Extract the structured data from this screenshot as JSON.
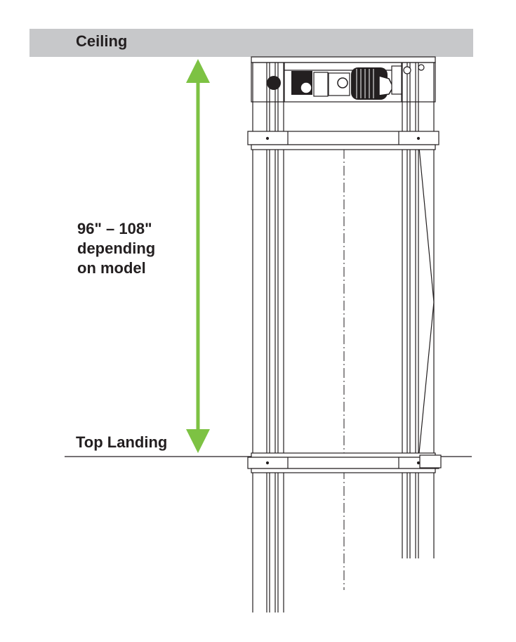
{
  "labels": {
    "ceiling": "Ceiling",
    "height_line1": "96\" – 108\"",
    "height_line2": "depending",
    "height_line3": "on model",
    "top_landing": "Top Landing"
  },
  "colors": {
    "ceiling_band": "#c7c8ca",
    "dimension_arrow": "#7dc243",
    "line_art": "#231f20",
    "text": "#231f20"
  }
}
